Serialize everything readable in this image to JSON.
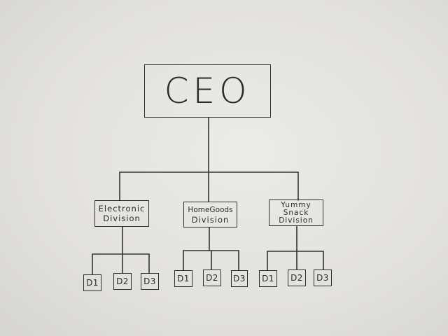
{
  "org_chart": {
    "root": {
      "label": "CEO"
    },
    "divisions": [
      {
        "lines": [
          "Electronic",
          "Division"
        ],
        "departments": [
          "D1",
          "D2",
          "D3"
        ]
      },
      {
        "lines": [
          "HomeGoods",
          "Division"
        ],
        "departments": [
          "D1",
          "D2",
          "D3"
        ]
      },
      {
        "lines": [
          "Yummy",
          "Snack",
          "Division"
        ],
        "departments": [
          "D1",
          "D2",
          "D3"
        ]
      }
    ]
  }
}
